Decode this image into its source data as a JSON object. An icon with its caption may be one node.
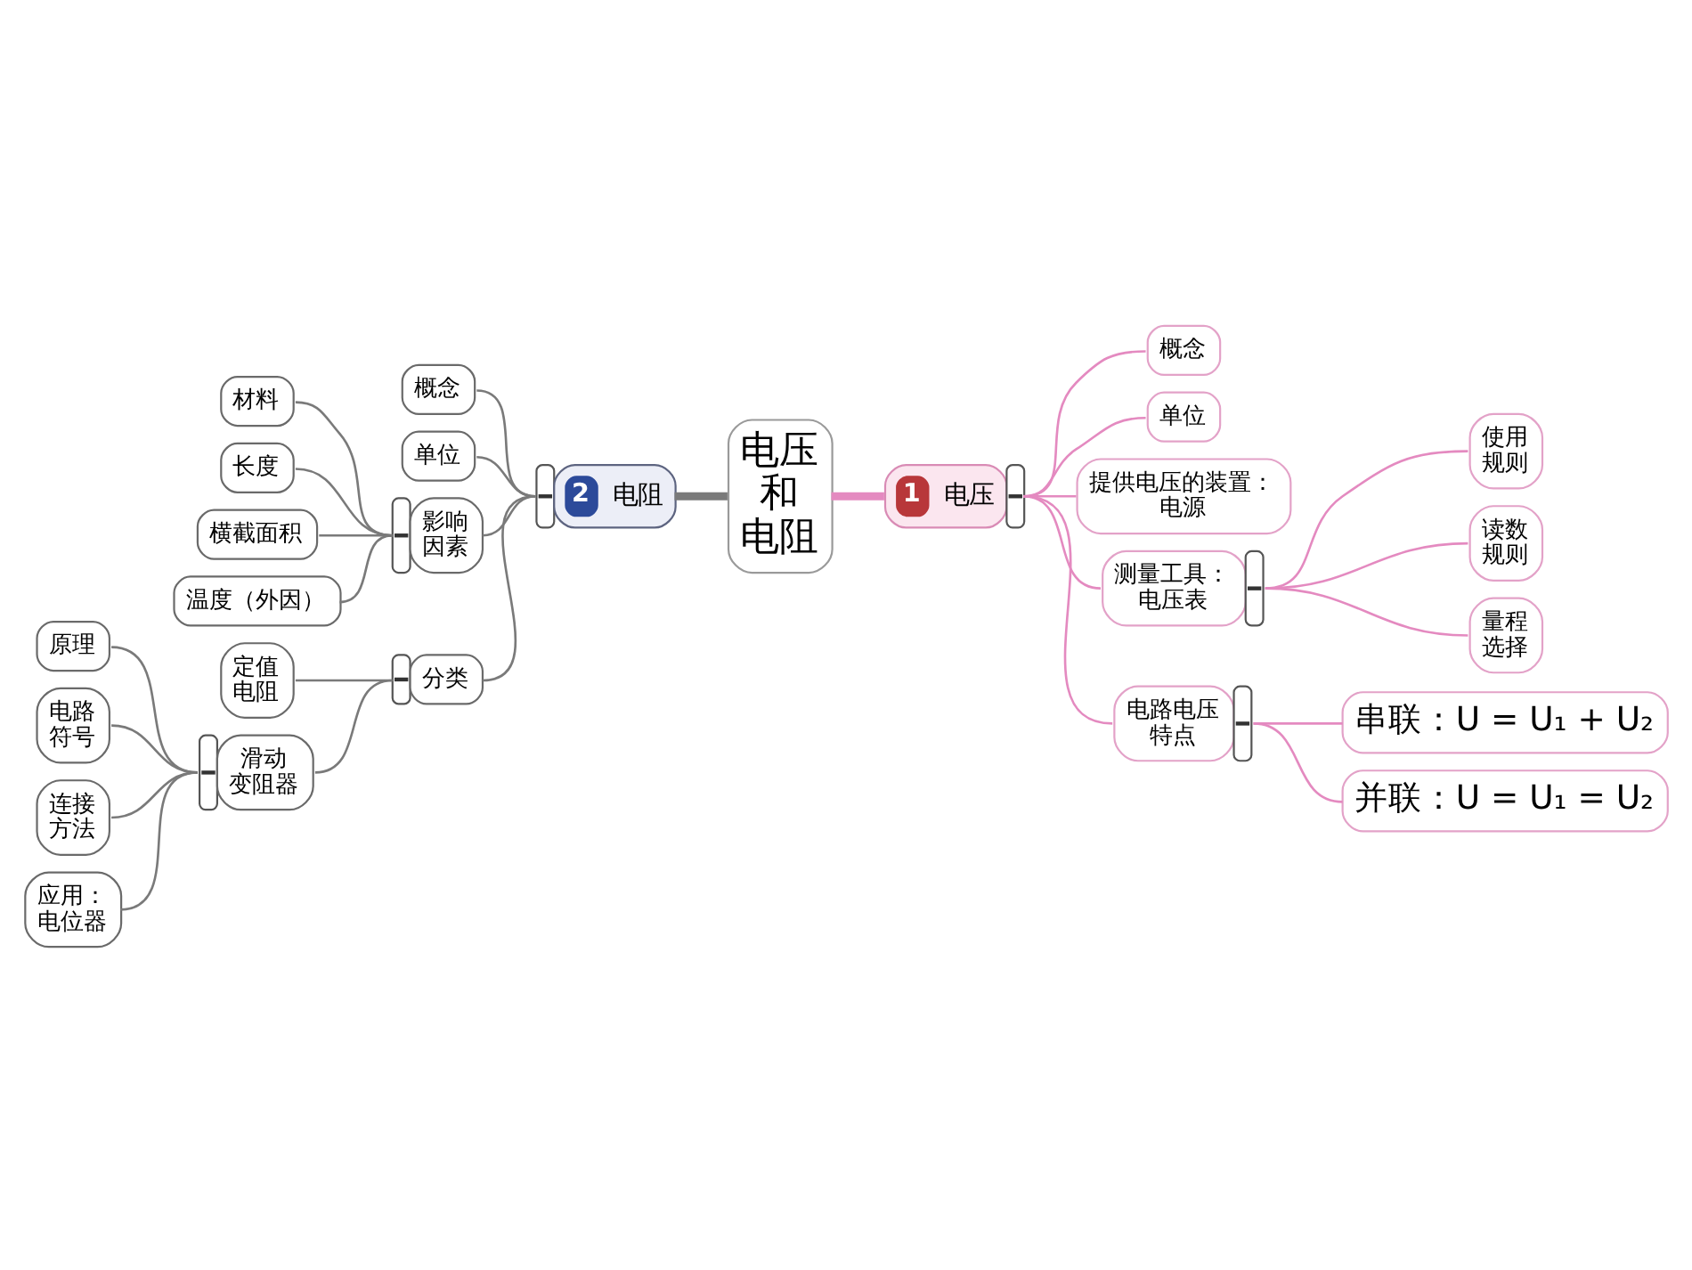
{
  "diagram": {
    "nodes": [
      {
        "text": [
          "电压和电阻"
        ]
      },
      {
        "text": [
          "1",
          "电压"
        ]
      },
      {
        "text": [
          "概念"
        ]
      },
      {
        "text": [
          "单位"
        ]
      },
      {
        "text": [
          "提供电压的装置：电源"
        ]
      },
      {
        "text": [
          "测量工具：电压表"
        ]
      },
      {
        "text": [
          "使用规则"
        ]
      },
      {
        "text": [
          "读数规则"
        ]
      },
      {
        "text": [
          "量程选择"
        ]
      },
      {
        "text": [
          "电路电压特点"
        ]
      },
      {
        "text": [
          "串联：U = U₁ + U₂"
        ]
      },
      {
        "text": [
          "并联：U = U₁ = U₂"
        ]
      },
      {
        "text": [
          "2",
          "电阻"
        ]
      },
      {
        "text": [
          "概念"
        ]
      },
      {
        "text": [
          "单位"
        ]
      },
      {
        "text": [
          "影响因素"
        ]
      },
      {
        "text": [
          "材料"
        ]
      },
      {
        "text": [
          "长度"
        ]
      },
      {
        "text": [
          "横截面积"
        ]
      },
      {
        "text": [
          "温度（外因）"
        ]
      },
      {
        "text": [
          "分类"
        ]
      },
      {
        "text": [
          "定值电阻"
        ]
      },
      {
        "text": [
          "滑动变阻器"
        ]
      },
      {
        "text": [
          "原理"
        ]
      },
      {
        "text": [
          "电路符号"
        ]
      },
      {
        "text": [
          "连接方法"
        ]
      },
      {
        "text": [
          "应用：电位器"
        ]
      }
    ],
    "edges": [
      {
        "from": 0,
        "to": 1,
        "arrow": "none",
        "style": "thick",
        "color": "#e48ac0"
      },
      {
        "from": 1,
        "to": 2,
        "arrow": "none",
        "color": "#e48ac0"
      },
      {
        "from": 1,
        "to": 3,
        "arrow": "none",
        "color": "#e48ac0"
      },
      {
        "from": 1,
        "to": 4,
        "arrow": "none",
        "color": "#e48ac0"
      },
      {
        "from": 1,
        "to": 5,
        "arrow": "none",
        "color": "#e48ac0"
      },
      {
        "from": 1,
        "to": 9,
        "arrow": "none",
        "color": "#e48ac0"
      },
      {
        "from": 5,
        "to": 6,
        "arrow": "none",
        "color": "#e48ac0"
      },
      {
        "from": 5,
        "to": 7,
        "arrow": "none",
        "color": "#e48ac0"
      },
      {
        "from": 5,
        "to": 8,
        "arrow": "none",
        "color": "#e48ac0"
      },
      {
        "from": 9,
        "to": 10,
        "arrow": "none",
        "color": "#e48ac0"
      },
      {
        "from": 9,
        "to": 11,
        "arrow": "none",
        "color": "#e48ac0"
      },
      {
        "from": 12,
        "to": 0,
        "arrow": "none",
        "style": "thick"
      },
      {
        "from": 13,
        "to": 12,
        "arrow": "none"
      },
      {
        "from": 14,
        "to": 12,
        "arrow": "none"
      },
      {
        "from": 15,
        "to": 12,
        "arrow": "none"
      },
      {
        "from": 20,
        "to": 12,
        "arrow": "none"
      },
      {
        "from": 16,
        "to": 15,
        "arrow": "none"
      },
      {
        "from": 17,
        "to": 15,
        "arrow": "none"
      },
      {
        "from": 18,
        "to": 15,
        "arrow": "none"
      },
      {
        "from": 19,
        "to": 15,
        "arrow": "none"
      },
      {
        "from": 21,
        "to": 20,
        "arrow": "none"
      },
      {
        "from": 22,
        "to": 20,
        "arrow": "none"
      },
      {
        "from": 23,
        "to": 22,
        "arrow": "none"
      },
      {
        "from": 24,
        "to": 22,
        "arrow": "none"
      },
      {
        "from": 25,
        "to": 22,
        "arrow": "none"
      },
      {
        "from": 26,
        "to": 22,
        "arrow": "none"
      }
    ]
  }
}
